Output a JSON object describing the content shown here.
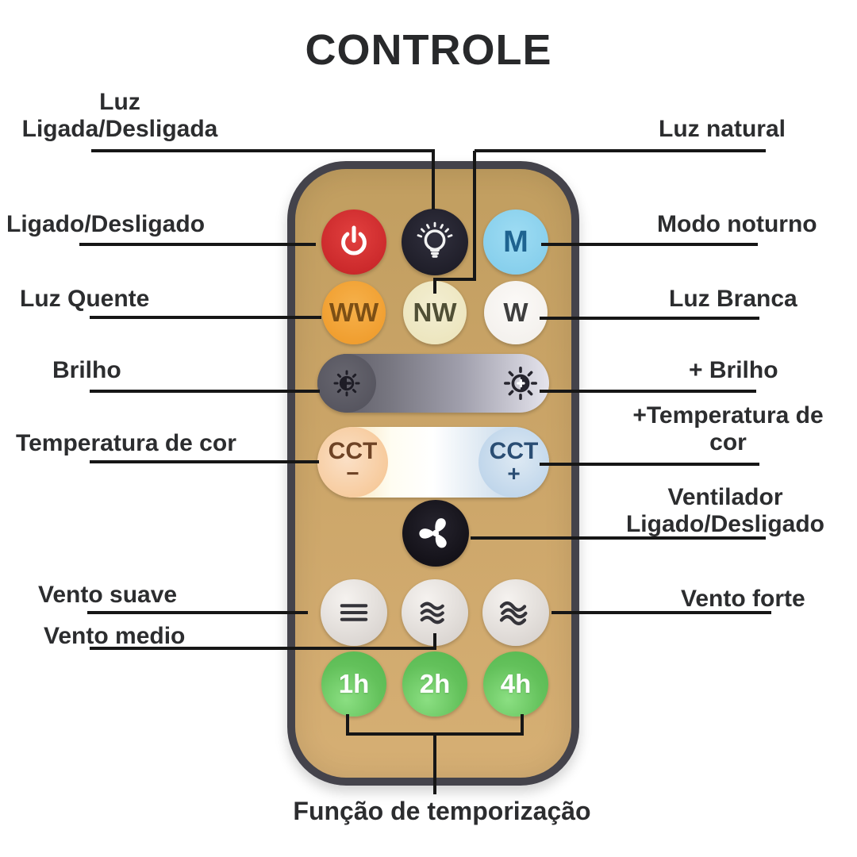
{
  "title": "CONTROLE",
  "labels": {
    "light_onoff_1": "Luz",
    "light_onoff_2": "Ligada/Desligada",
    "power_onoff": "Ligado/Desligado",
    "warm_light": "Luz Quente",
    "brightness": "Brilho",
    "color_temp": "Temperatura de cor",
    "wind_soft": "Vento suave",
    "wind_medium": "Vento medio",
    "natural_light": "Luz natural",
    "night_mode": "Modo noturno",
    "white_light": "Luz Branca",
    "brightness_plus": "+ Brilho",
    "color_temp_plus_1": "+Temperatura de",
    "color_temp_plus_2": "cor",
    "fan_onoff_1": "Ventilador",
    "fan_onoff_2": "Ligado/Desligado",
    "wind_strong": "Vento forte",
    "timer_function": "Função de temporização"
  },
  "remote": {
    "mode_button": "M",
    "warm_white_button": "WW",
    "natural_white_button": "NW",
    "white_button": "W",
    "cct_minus": {
      "label": "CCT",
      "sign": "−"
    },
    "cct_plus": {
      "label": "CCT",
      "sign": "+"
    },
    "timers": [
      "1h",
      "2h",
      "4h"
    ],
    "icons": {
      "power": "power-icon",
      "bulb": "light-bulb-icon",
      "brightness_minus": "brightness-minus-icon",
      "brightness_plus": "brightness-plus-icon",
      "fan": "fan-icon",
      "wind_soft": "wind-soft-icon",
      "wind_medium": "wind-medium-icon",
      "wind_strong": "wind-strong-icon"
    }
  },
  "colors": {
    "remote_body": "#cba568",
    "remote_border": "#44434b",
    "power_red": "#cc2a2c",
    "night_mode_blue": "#87cfec",
    "warm_white_orange": "#f09e2f",
    "natural_white_cream": "#ece5bd",
    "white_button": "#f3f0ec",
    "timer_green": "#63c15b",
    "label_text": "#2c2d2f",
    "connector_line": "#161616"
  }
}
